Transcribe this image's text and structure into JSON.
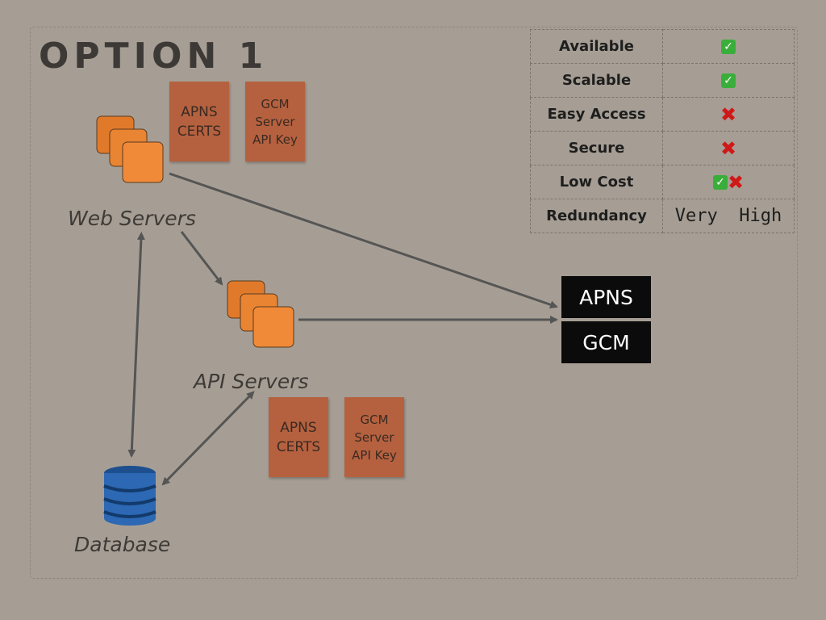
{
  "slide": {
    "title": "OPTION 1",
    "labels": {
      "web_servers": "Web Servers",
      "api_servers": "API Servers",
      "database": "Database"
    },
    "credentials_web": {
      "certs": "APNS\nCERTS",
      "gcm_key": "GCM\nServer\nAPI Key"
    },
    "credentials_api": {
      "certs": "APNS\nCERTS",
      "gcm_key": "GCM\nServer\nAPI Key"
    },
    "services": {
      "apns": "APNS",
      "gcm": "GCM"
    },
    "colors": {
      "background": "#a69e94",
      "server_orange": "#f08a38",
      "credential_card": "#b5613f",
      "database_blue": "#2c68b3",
      "service_box": "#0b0b0b",
      "check_green": "#3aae3a",
      "cross_red": "#d01818"
    }
  },
  "matrix": {
    "rows": [
      {
        "label": "Available",
        "value": "check"
      },
      {
        "label": "Scalable",
        "value": "check"
      },
      {
        "label": "Easy Access",
        "value": "cross"
      },
      {
        "label": "Secure",
        "value": "cross"
      },
      {
        "label": "Low Cost",
        "value": "check-cross"
      },
      {
        "label": "Redundancy",
        "value": "text",
        "text": "Very  High"
      }
    ]
  }
}
